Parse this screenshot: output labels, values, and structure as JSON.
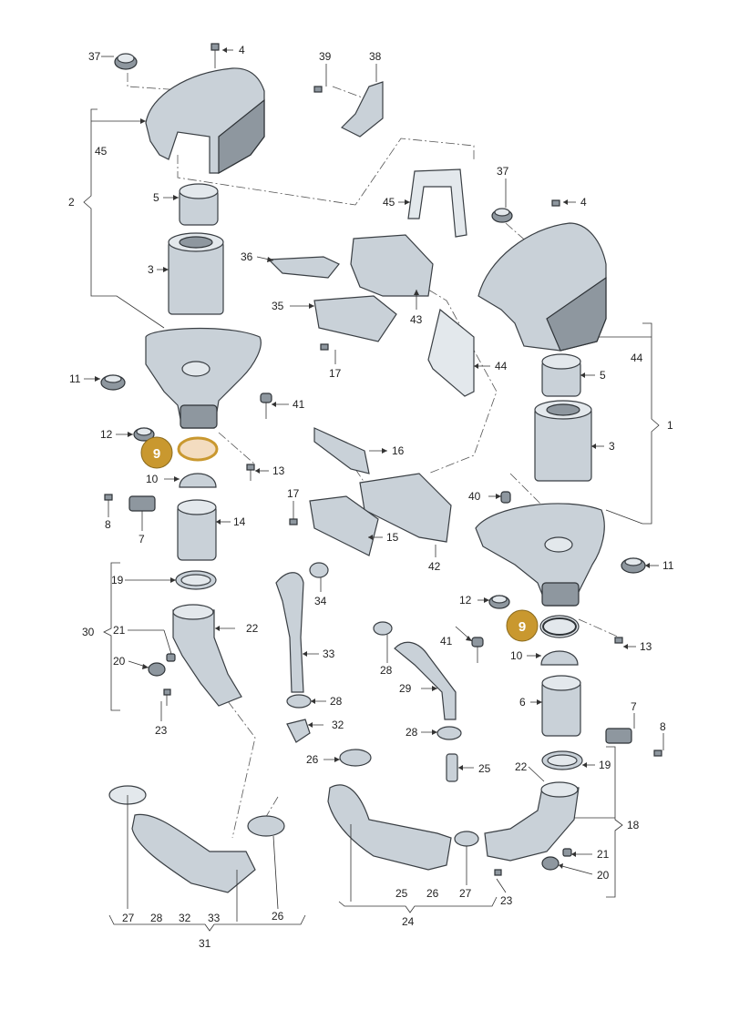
{
  "labels": {
    "n2": "2",
    "n3": "3",
    "n4": "4",
    "n5": "5",
    "n6": "6",
    "n7": "7",
    "n8": "8",
    "n9": "9",
    "n10": "10",
    "n11": "11",
    "n12": "12",
    "n13": "13",
    "n14": "14",
    "n15": "15",
    "n16": "16",
    "n17": "17",
    "n18": "18",
    "n19": "19",
    "n20": "20",
    "n21": "21",
    "n22": "22",
    "n23": "23",
    "n24": "24",
    "n25": "25",
    "n26": "26",
    "n27": "27",
    "n28": "28",
    "n29": "29",
    "n30": "30",
    "n31": "31",
    "n32": "32",
    "n33": "33",
    "n34": "34",
    "n35": "35",
    "n36": "36",
    "n37": "37",
    "n38": "38",
    "n39": "39",
    "n40": "40",
    "n41": "41",
    "n42": "42",
    "n43": "43",
    "n44": "44",
    "n45": "45",
    "n1": "1"
  },
  "highlight": {
    "part": "9",
    "color": "#c9982f"
  }
}
